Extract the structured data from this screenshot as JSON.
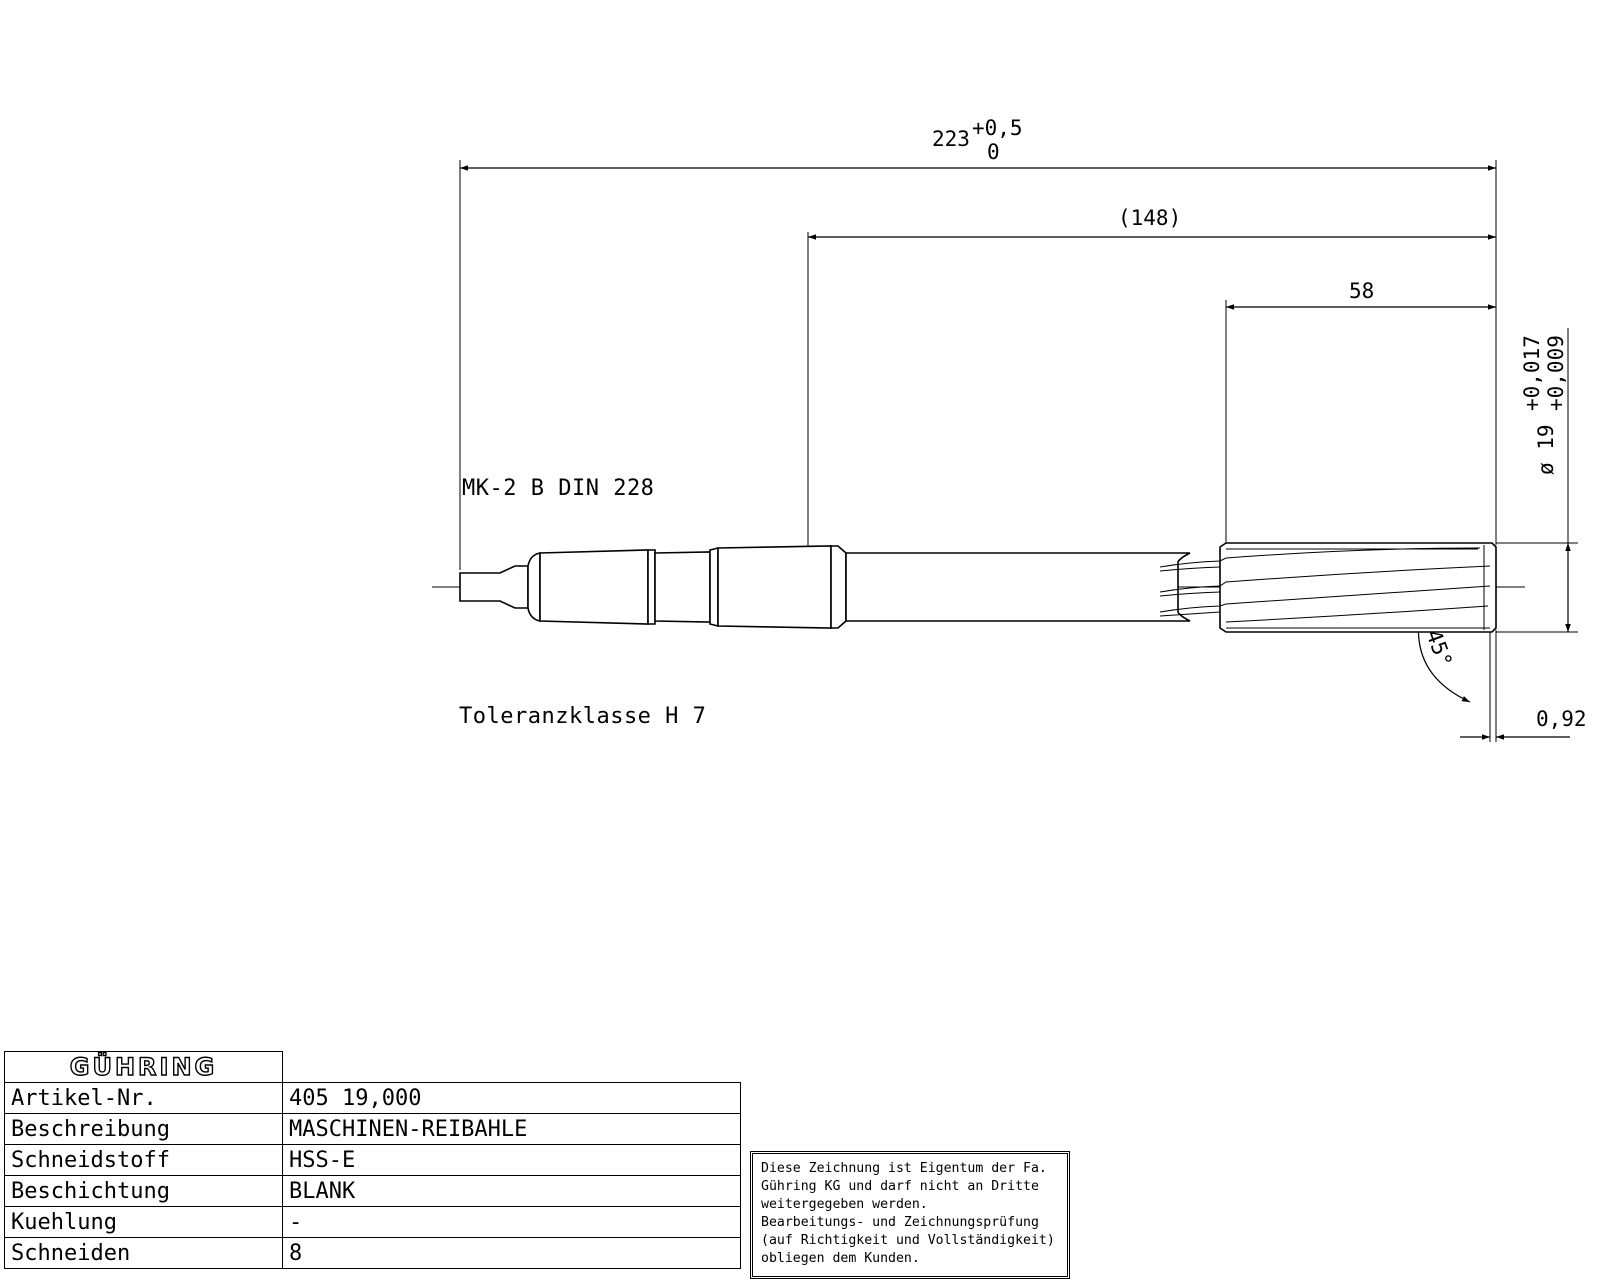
{
  "drawing": {
    "dimensions": {
      "overall_length": "223",
      "overall_tol_upper": "+0,5",
      "overall_tol_lower": "0",
      "reference_length": "(148)",
      "flute_length": "58",
      "diameter": "ø 19",
      "diameter_tol_upper": "+0,017",
      "diameter_tol_lower": "+0,009",
      "chamfer_angle": "45°",
      "chamfer_length": "0,92"
    },
    "notes": {
      "shank": "MK-2 B DIN 228",
      "tolerance_class": "Toleranzklasse H 7"
    }
  },
  "title_block": {
    "logo_text": "GÜHRING",
    "rows": [
      {
        "label": "Artikel-Nr.",
        "value": "405 19,000"
      },
      {
        "label": "Beschreibung",
        "value": "MASCHINEN-REIBAHLE"
      },
      {
        "label": "Schneidstoff",
        "value": "HSS-E"
      },
      {
        "label": "Beschichtung",
        "value": "BLANK"
      },
      {
        "label": "Kuehlung",
        "value": "-"
      },
      {
        "label": "Schneiden",
        "value": "8"
      }
    ]
  },
  "disclaimer": [
    "Diese Zeichnung ist Eigentum der Fa.",
    "Gühring KG und darf nicht an Dritte",
    "weitergegeben werden.",
    "Bearbeitungs- und Zeichnungsprüfung",
    "(auf Richtigkeit und Vollständigkeit)",
    "obliegen dem Kunden."
  ]
}
